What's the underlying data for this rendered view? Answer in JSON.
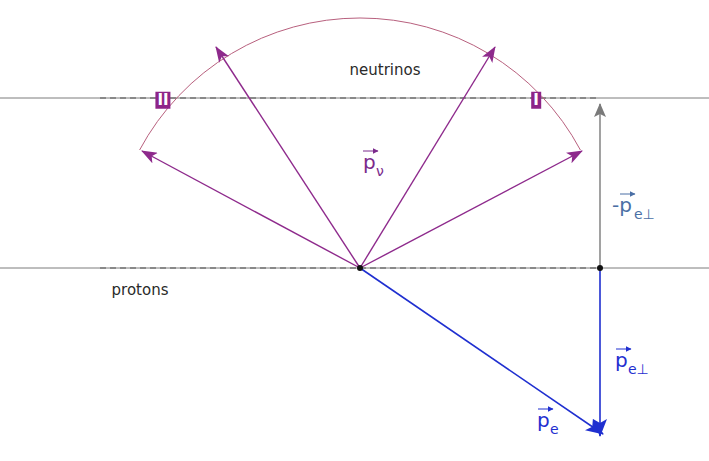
{
  "diagram": {
    "nodes": [
      {
        "text": [
          "neutrinos"
        ]
      },
      {
        "text": [
          "II"
        ],
        "in": 0
      },
      {
        "text": [
          "I"
        ],
        "in": 0
      },
      {
        "text": [
          "protons"
        ]
      }
    ],
    "labels": [
      "p",
      "ν",
      "-p",
      "e⊥",
      "p",
      "e⊥",
      "p",
      "e"
    ]
  }
}
